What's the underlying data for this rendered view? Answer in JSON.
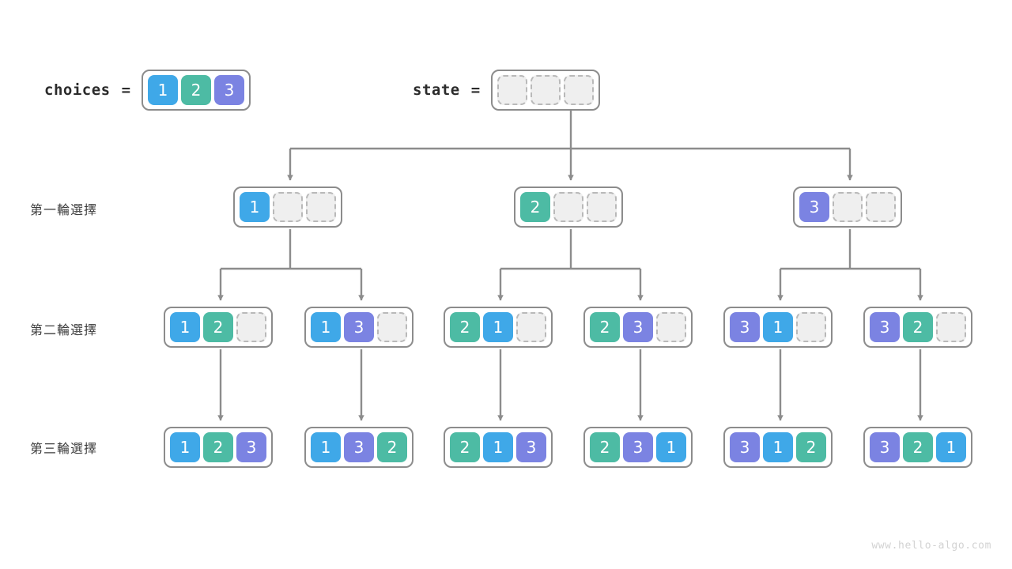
{
  "header": {
    "choices": {
      "label": "choices",
      "equals": "=",
      "values": [
        "1",
        "2",
        "3"
      ]
    },
    "state": {
      "label": "state",
      "equals": "=",
      "values": [
        "",
        "",
        ""
      ]
    }
  },
  "rows": [
    {
      "label": "第一輪選擇"
    },
    {
      "label": "第二輪選擇"
    },
    {
      "label": "第三輪選擇"
    }
  ],
  "tree": {
    "level1": [
      {
        "cells": [
          "1",
          "",
          ""
        ]
      },
      {
        "cells": [
          "2",
          "",
          ""
        ]
      },
      {
        "cells": [
          "3",
          "",
          ""
        ]
      }
    ],
    "level2": [
      {
        "cells": [
          "1",
          "2",
          ""
        ]
      },
      {
        "cells": [
          "1",
          "3",
          ""
        ]
      },
      {
        "cells": [
          "2",
          "1",
          ""
        ]
      },
      {
        "cells": [
          "2",
          "3",
          ""
        ]
      },
      {
        "cells": [
          "3",
          "1",
          ""
        ]
      },
      {
        "cells": [
          "3",
          "2",
          ""
        ]
      }
    ],
    "level3": [
      {
        "cells": [
          "1",
          "2",
          "3"
        ]
      },
      {
        "cells": [
          "1",
          "3",
          "2"
        ]
      },
      {
        "cells": [
          "2",
          "1",
          "3"
        ]
      },
      {
        "cells": [
          "2",
          "3",
          "1"
        ]
      },
      {
        "cells": [
          "3",
          "1",
          "2"
        ]
      },
      {
        "cells": [
          "3",
          "2",
          "1"
        ]
      }
    ]
  },
  "colors": {
    "value1": "#3fa8e8",
    "value2": "#4dbba4",
    "value3": "#7b83e2",
    "connector": "#8c8c8c",
    "box_border": "#8c8c8c",
    "empty_cell": "#efefef"
  },
  "watermark": "www.hello-algo.com"
}
